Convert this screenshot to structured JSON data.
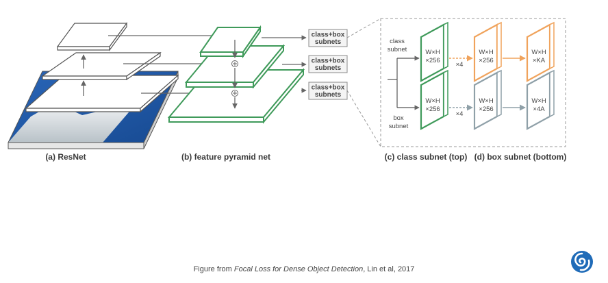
{
  "diagram": {
    "captions": {
      "resnet": "(a) ResNet",
      "fpn": "(b) feature pyramid net",
      "class_subnet": "(c) class subnet (top)",
      "box_subnet": "(d) box subnet (bottom)"
    },
    "subnet_boxes": {
      "top": [
        "class+box",
        "subnets"
      ],
      "middle": [
        "class+box",
        "subnets"
      ],
      "bottom": [
        "class+box",
        "subnets"
      ]
    },
    "plus_symbol": "⊕",
    "class_subnet_label": [
      "class",
      "subnet"
    ],
    "box_subnet_label": [
      "box",
      "subnet"
    ],
    "matrices": {
      "class_in": [
        "W×H",
        "×256"
      ],
      "class_mid": [
        "W×H",
        "×256"
      ],
      "class_out": [
        "W×H",
        "×KA"
      ],
      "box_in": [
        "W×H",
        "×256"
      ],
      "box_mid": [
        "W×H",
        "×256"
      ],
      "box_out": [
        "W×H",
        "×4A"
      ]
    },
    "repeat_top": "×4",
    "repeat_bottom": "×4",
    "colors": {
      "green": "#3f9a5a",
      "orange": "#f0a35c",
      "gray": "#8fa0a8",
      "dark": "#555555",
      "resnet_sky": "#1f56a8"
    }
  },
  "footer": {
    "prefix": "Figure from ",
    "title": "Focal Loss for Dense Object Detection",
    "suffix": ", Lin et al, 2017"
  },
  "logo": {
    "icon": "swirl-logo-icon",
    "color": "#1f6bb8"
  }
}
